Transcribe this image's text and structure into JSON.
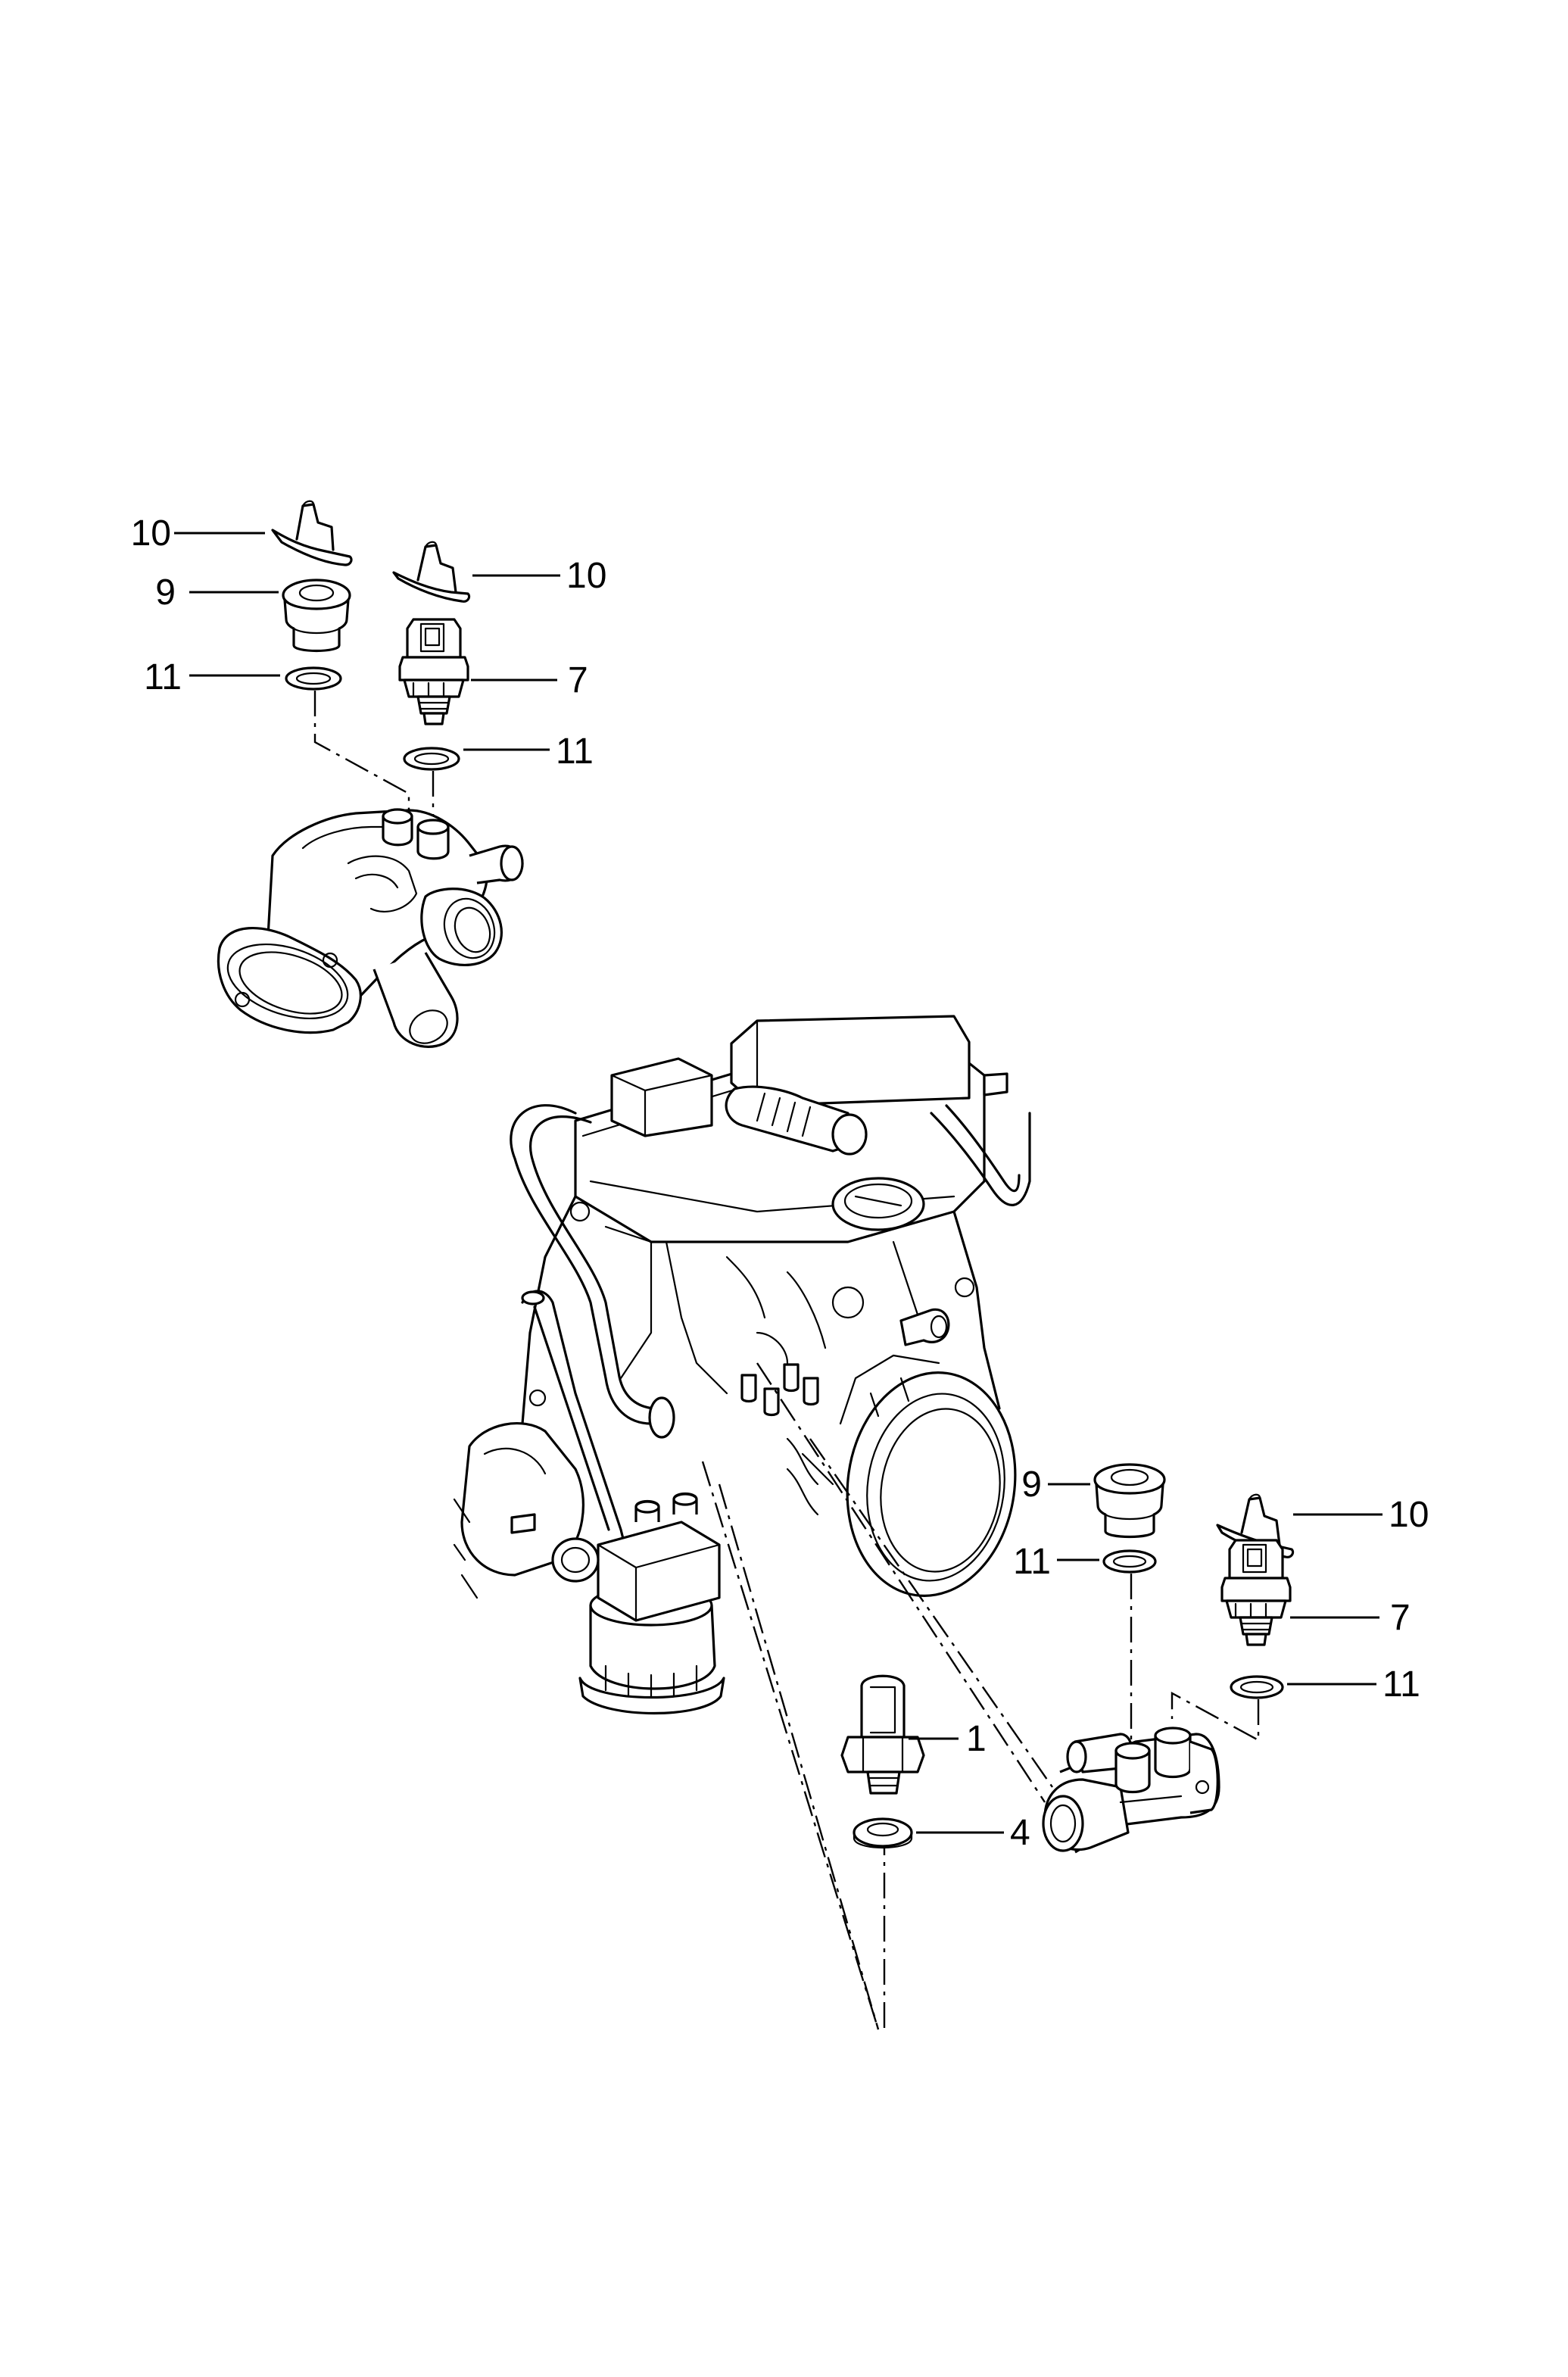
{
  "diagram": {
    "callouts": [
      {
        "id": "c1",
        "label": "10"
      },
      {
        "id": "c2",
        "label": "9"
      },
      {
        "id": "c3",
        "label": "11"
      },
      {
        "id": "c4",
        "label": "10"
      },
      {
        "id": "c5",
        "label": "7"
      },
      {
        "id": "c6",
        "label": "11"
      },
      {
        "id": "c7",
        "label": "9"
      },
      {
        "id": "c8",
        "label": "11"
      },
      {
        "id": "c9",
        "label": "10"
      },
      {
        "id": "c10",
        "label": "7"
      },
      {
        "id": "c11",
        "label": "11"
      },
      {
        "id": "c12",
        "label": "1"
      },
      {
        "id": "c13",
        "label": "4"
      }
    ]
  }
}
